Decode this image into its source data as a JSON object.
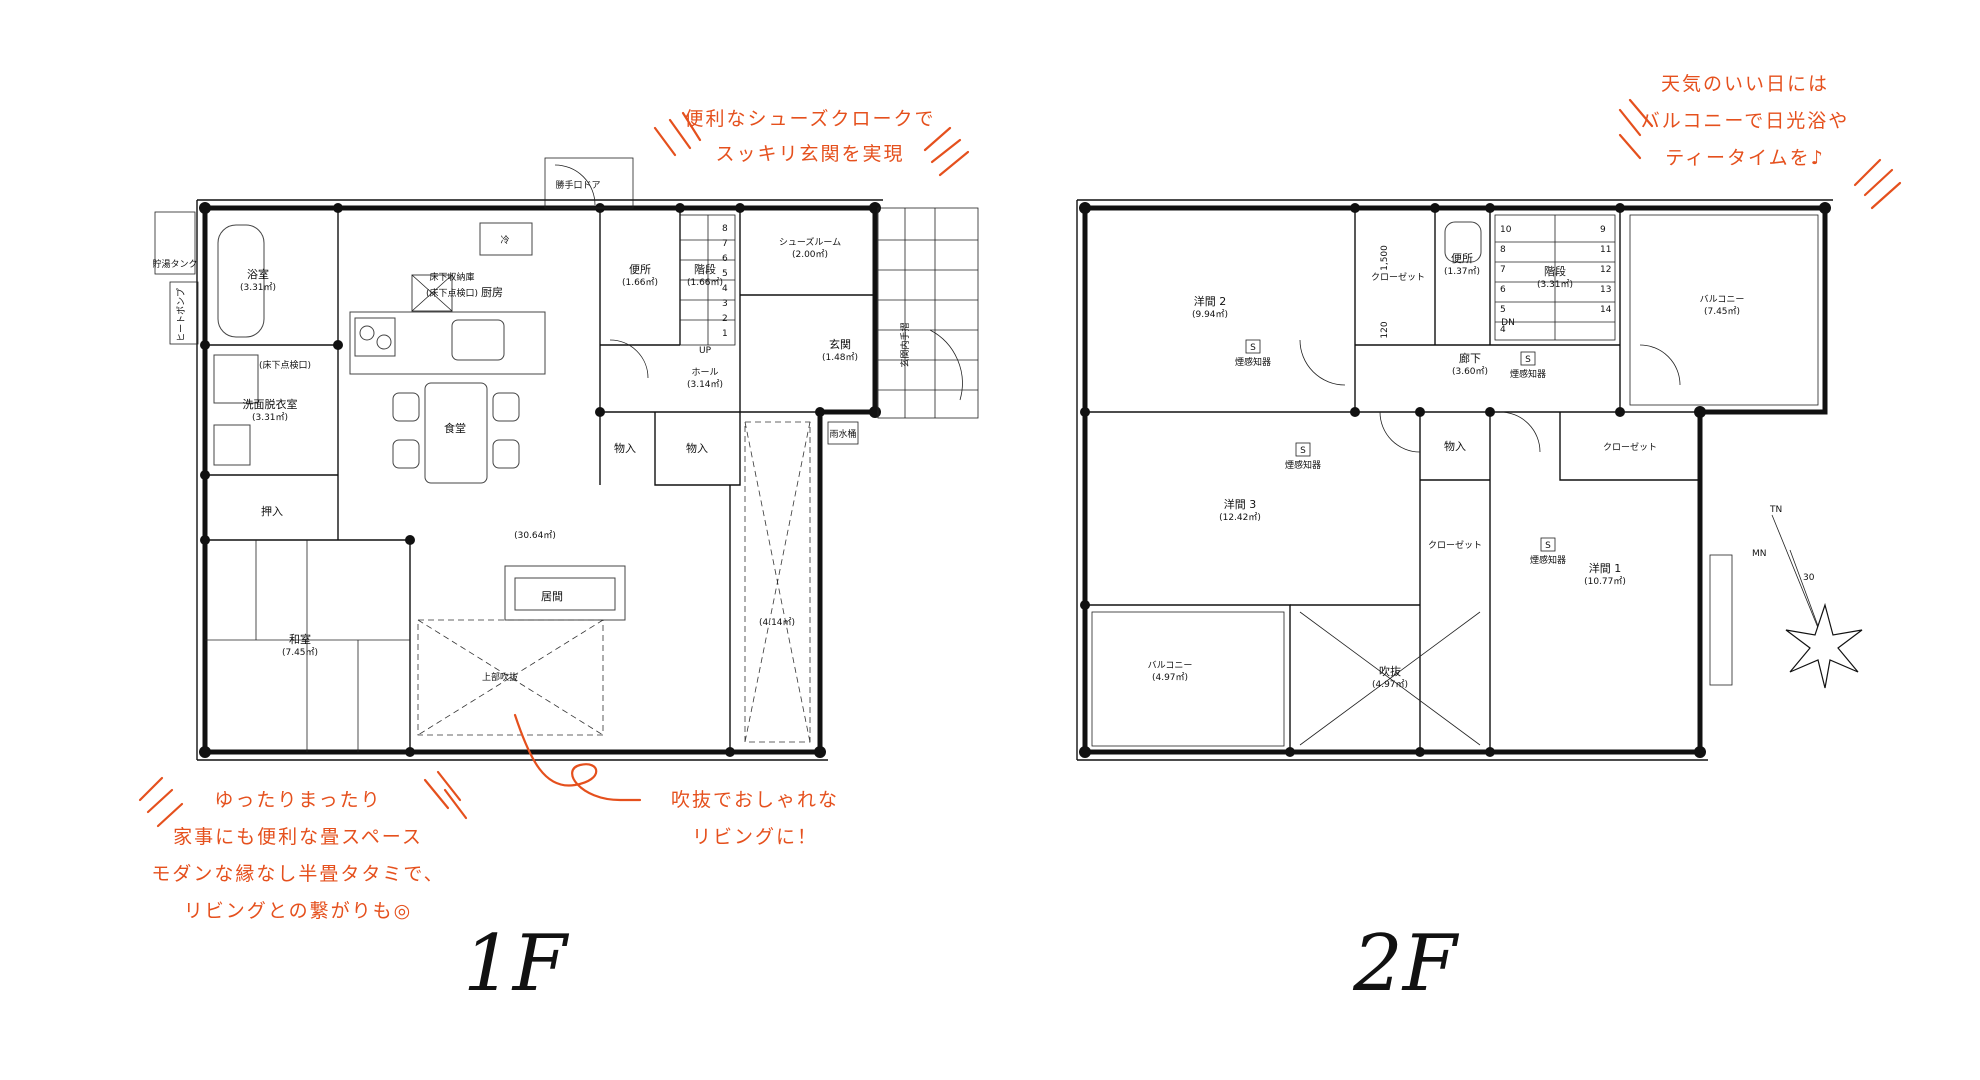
{
  "floor_labels": {
    "first": "1F",
    "second": "2F"
  },
  "annotations": {
    "shoe_cloak": [
      "便利なシューズクロークで",
      "スッキリ玄関を実現"
    ],
    "balcony": [
      "天気のいい日には",
      "バルコニーで日光浴や",
      "ティータイムを♪"
    ],
    "tatami": [
      "ゆったりまったり",
      "家事にも便利な畳スペース",
      "モダンな縁なし半畳タタミで、",
      "リビングとの繋がりも◎"
    ],
    "fukinuke": [
      "吹抜でおしゃれな",
      "リビングに！"
    ]
  },
  "first_floor": {
    "bath": {
      "name": "浴室",
      "area": "(3.31㎡)"
    },
    "washroom": {
      "name": "洗面脱衣室",
      "area": "(3.31㎡)"
    },
    "underfloor_hatch": "(床下点検口)",
    "oshiire": "押入",
    "washitsu": {
      "name": "和室",
      "area": "(7.45㎡)"
    },
    "kitchen": {
      "name": "厨房",
      "storage": "床下収納庫",
      "hatch": "(床下点検口)",
      "fridge": "冷"
    },
    "dining": "食堂",
    "living": {
      "name": "居間",
      "area": "(30.64㎡)"
    },
    "upper_void": "上部吹抜",
    "toilet": {
      "name": "便所",
      "area": "(1.66㎡)"
    },
    "stairs": {
      "name": "階段",
      "area": "(1.66㎡)",
      "up": "UP"
    },
    "hall": {
      "name": "ホール",
      "area": "(3.14㎡)"
    },
    "shoes_room": {
      "name": "シューズルーム",
      "area": "(2.00㎡)"
    },
    "genkan": {
      "name": "玄関",
      "area": "(1.48㎡)"
    },
    "storage_a": "物入",
    "storage_b": "物入",
    "entry_door": "勝手口ドア",
    "closet_area": "(4.14㎡)",
    "water_tank": "貯湯タンク",
    "heat_pump": "ヒートポンプ",
    "rain_tank": "雨水桶",
    "tenji": "玄関内手摺",
    "stair_numbers": [
      "1",
      "2",
      "3",
      "4",
      "5",
      "6",
      "7",
      "8"
    ]
  },
  "second_floor": {
    "room2": {
      "name": "洋間 2",
      "area": "(9.94㎡)"
    },
    "room3": {
      "name": "洋間 3",
      "area": "(12.42㎡)"
    },
    "room1": {
      "name": "洋間 1",
      "area": "(10.77㎡)"
    },
    "toilet": {
      "name": "便所",
      "area": "(1.37㎡)"
    },
    "stairs": {
      "name": "階段",
      "area": "(3.31㎡)",
      "down": "DN"
    },
    "hallway": {
      "name": "廊下",
      "area": "(3.60㎡)"
    },
    "balcony_main": {
      "name": "バルコニー",
      "area": "(7.45㎡)"
    },
    "balcony_small": {
      "name": "バルコニー",
      "area": "(4.97㎡)"
    },
    "void": {
      "name": "吹抜",
      "area": "(4.97㎡)"
    },
    "closet": "クローゼット",
    "storage": "物入",
    "smoke_detector": "煙感知器",
    "smoke_symbol": "S",
    "dim_1500": "1,500",
    "dim_120": "120",
    "stair_numbers": [
      "10",
      "9",
      "8",
      "11",
      "7",
      "12",
      "6",
      "13",
      "5",
      "14",
      "4"
    ]
  },
  "compass": {
    "tn": "TN",
    "mn": "MN",
    "angle": "30"
  },
  "colors": {
    "accent": "#e5501d",
    "line": "#111111"
  }
}
